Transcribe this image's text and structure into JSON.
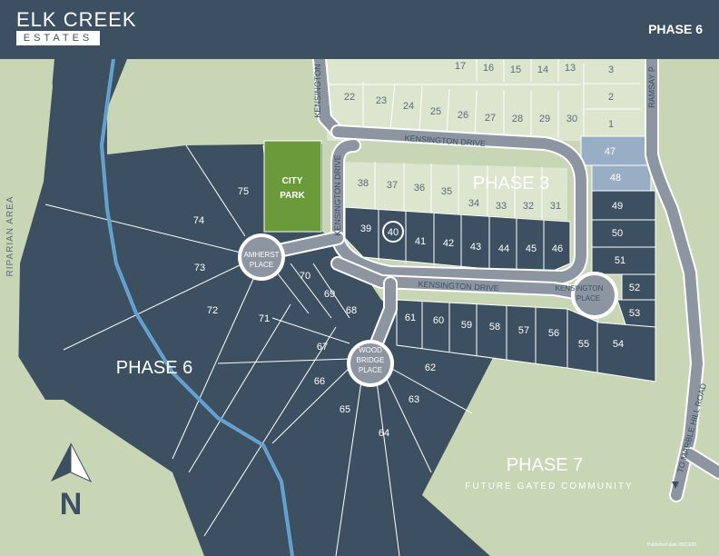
{
  "header": {
    "logo_top": "ELK CREEK",
    "logo_bottom": "ESTATES",
    "phase_title": "PHASE 6"
  },
  "areas": {
    "riparian": "RIPARIAN AREA",
    "phase6": "PHASE 6",
    "phase3": "PHASE 3",
    "phase7": "PHASE 7",
    "future": "FUTURE GATED COMMUNITY",
    "city_park_1": "CITY",
    "city_park_2": "PARK"
  },
  "roads": {
    "kensington_drive_top": "KENSINGTON DRIVE",
    "kensington_drive_mid": "KENSINGTON DRIVE",
    "kensington_drive_vert": "KENSINGTON DRIVE",
    "kensington_vert_top": "KENSINGTON",
    "ramsay": "RAMSAY P",
    "marble_hill": "TO MARBLE HILL ROAD",
    "amherst_1": "AMHERST",
    "amherst_2": "PLACE",
    "kensington_place_1": "KENSINGTON",
    "kensington_place_2": "PLACE",
    "woodbridge_1": "WOOD",
    "woodbridge_2": "BRIDGE",
    "woodbridge_3": "PLACE"
  },
  "compass": "N",
  "published": "Published date 08/13/20",
  "highlighted_lot": "40",
  "lots": {
    "l1": "1",
    "l2": "2",
    "l3": "3",
    "l13": "13",
    "l14": "14",
    "l15": "15",
    "l16": "16",
    "l17": "17",
    "l22": "22",
    "l23": "23",
    "l24": "24",
    "l25": "25",
    "l26": "26",
    "l27": "27",
    "l28": "28",
    "l29": "29",
    "l30": "30",
    "l31": "31",
    "l32": "32",
    "l33": "33",
    "l34": "34",
    "l35": "35",
    "l36": "36",
    "l37": "37",
    "l38": "38",
    "l39": "39",
    "l40": "40",
    "l41": "41",
    "l42": "42",
    "l43": "43",
    "l44": "44",
    "l45": "45",
    "l46": "46",
    "l47": "47",
    "l48": "48",
    "l49": "49",
    "l50": "50",
    "l51": "51",
    "l52": "52",
    "l53": "53",
    "l54": "54",
    "l55": "55",
    "l56": "56",
    "l57": "57",
    "l58": "58",
    "l59": "59",
    "l60": "60",
    "l61": "61",
    "l62": "62",
    "l63": "63",
    "l64": "64",
    "l65": "65",
    "l66": "66",
    "l67": "67",
    "l68": "68",
    "l69": "69",
    "l70": "70",
    "l71": "71",
    "l72": "72",
    "l73": "73",
    "l74": "74",
    "l75": "75"
  },
  "colors": {
    "sold_lot": "#3d5062",
    "available_lot": "#cfdcbd",
    "phase6_lot": "#3d5062",
    "blue_lot": "#97aec4",
    "park": "#6a9a3a",
    "creek": "#6aa8d6"
  }
}
